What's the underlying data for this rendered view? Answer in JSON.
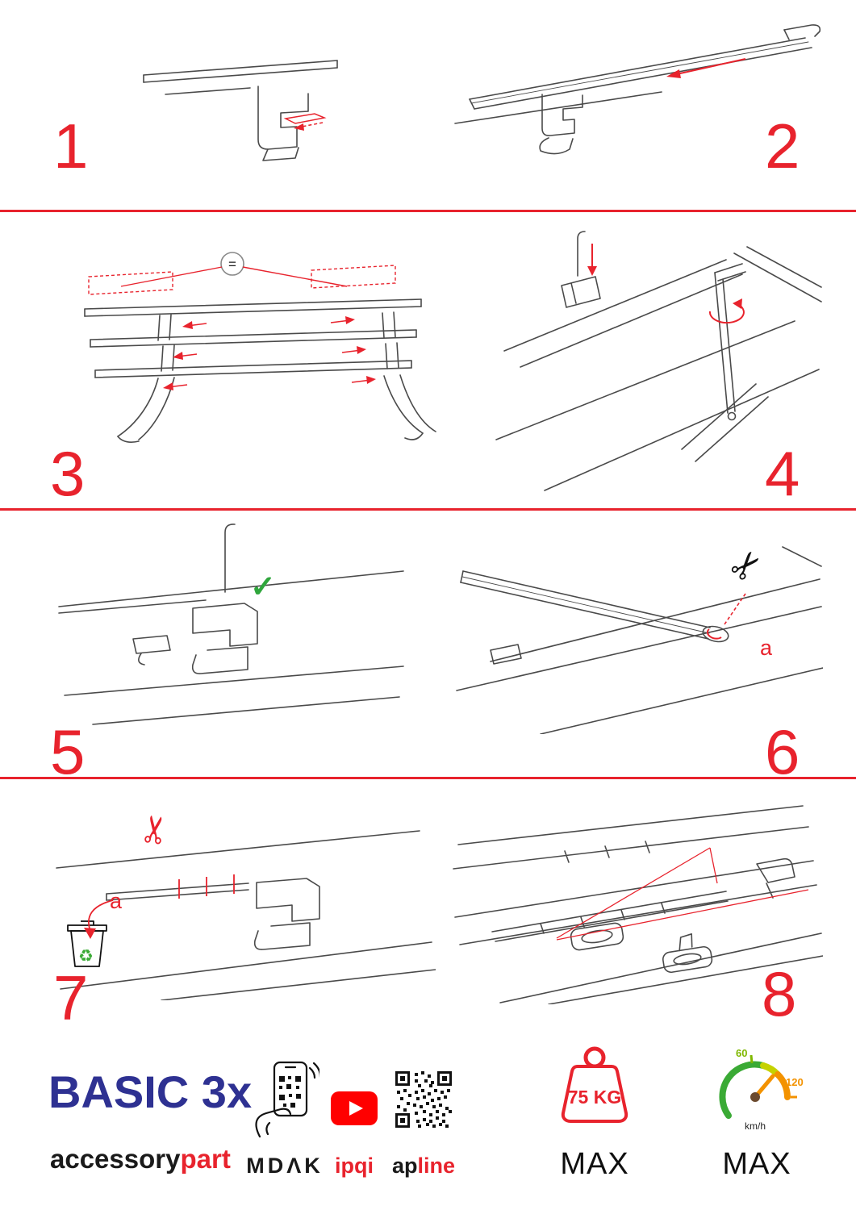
{
  "colors": {
    "accent_red": "#e8232d",
    "brand_blue": "#2e3192",
    "check_green": "#2fa63c",
    "recycle_green": "#3aaa35",
    "youtube_red": "#ff0000",
    "gauge_green": "#3aaa35",
    "gauge_yellow": "#c5d200",
    "gauge_orange": "#f39200"
  },
  "icons": {
    "equal": "=",
    "check": "✓",
    "scissors": "✂",
    "recycle": "♻"
  },
  "steps": {
    "s1": {
      "number": "1"
    },
    "s2": {
      "number": "2"
    },
    "s3": {
      "number": "3"
    },
    "s4": {
      "number": "4"
    },
    "s5": {
      "number": "5"
    },
    "s6": {
      "number": "6",
      "cut_label": "a"
    },
    "s7": {
      "number": "7",
      "cut_label": "a"
    },
    "s8": {
      "number": "8"
    }
  },
  "footer": {
    "product": "BASIC 3x",
    "brand_black": "accessory",
    "brand_red": "part",
    "app_label": "MDΛK",
    "youtube_label": "ipqi",
    "qr_black": "ap",
    "qr_red": "line",
    "weight_value": "75 KG",
    "weight_max": "MAX",
    "speed_low": "60",
    "speed_high": "120",
    "speed_unit": "km/h",
    "speed_max": "MAX"
  }
}
